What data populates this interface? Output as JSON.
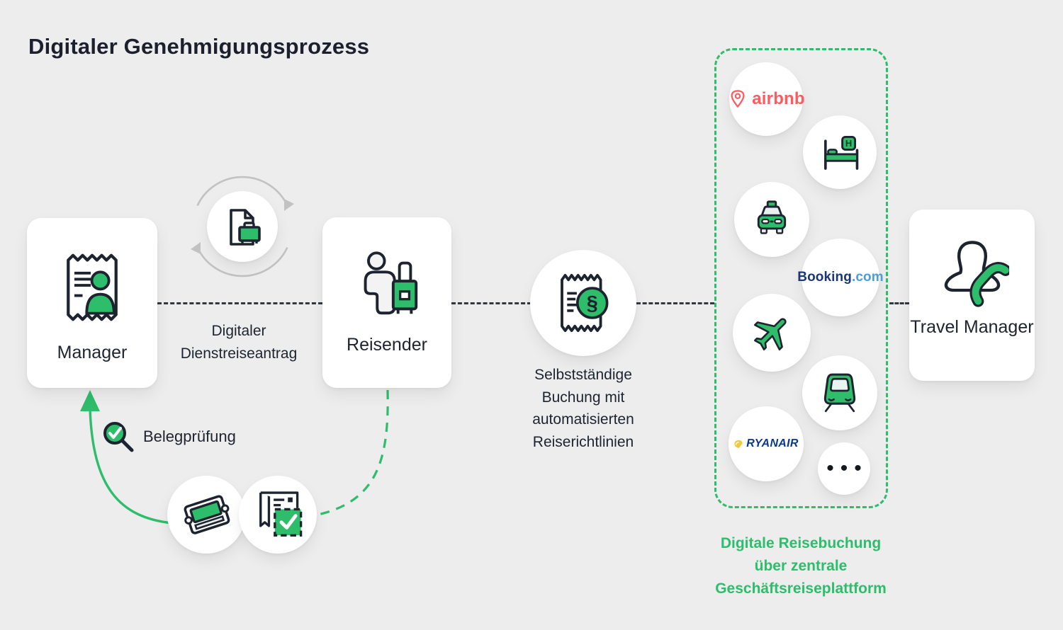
{
  "title": "Digitaler Genehmigungsprozess",
  "colors": {
    "background": "#ededed",
    "accent_green": "#2ebd6b",
    "dark": "#1d2430",
    "airbnb_red": "#ff5a5f",
    "booking_blue": "#1c3775",
    "booking_com_blue": "#4a9edb",
    "ryanair_blue": "#0a3a8c",
    "ryanair_yellow": "#f2c83d"
  },
  "nodes": {
    "manager": {
      "label": "Manager"
    },
    "reisender": {
      "label": "Reisender"
    },
    "travel_manager": {
      "label": "Travel Manager"
    }
  },
  "labels": {
    "dienstreiseantrag": "Digitaler Dienstreiseantrag",
    "selbststaendige_buchung": "Selbstständige Buchung mit automatisierten Reiserichtlinien",
    "belegpruefung": "Belegprüfung"
  },
  "platform": {
    "caption_lines": [
      "Digitale Reisebuchung",
      "über zentrale",
      "Geschäftsreiseplattform"
    ],
    "logos": {
      "airbnb": "airbnb",
      "booking_main": "Booking",
      "booking_tld": ".com",
      "ryanair": "RYANAIR",
      "more": "•••"
    }
  },
  "symbols": {
    "paragraph": "§",
    "hotel_h": "H"
  },
  "icons": [
    "receipt-person-icon",
    "cycle-arrows-icon",
    "document-briefcase-icon",
    "traveler-suitcase-icon",
    "receipt-paragraph-icon",
    "magnifier-check-icon",
    "ticket-icon",
    "receipt-approved-icon",
    "hotel-bed-icon",
    "taxi-icon",
    "airplane-icon",
    "train-icon",
    "person-phone-icon"
  ]
}
